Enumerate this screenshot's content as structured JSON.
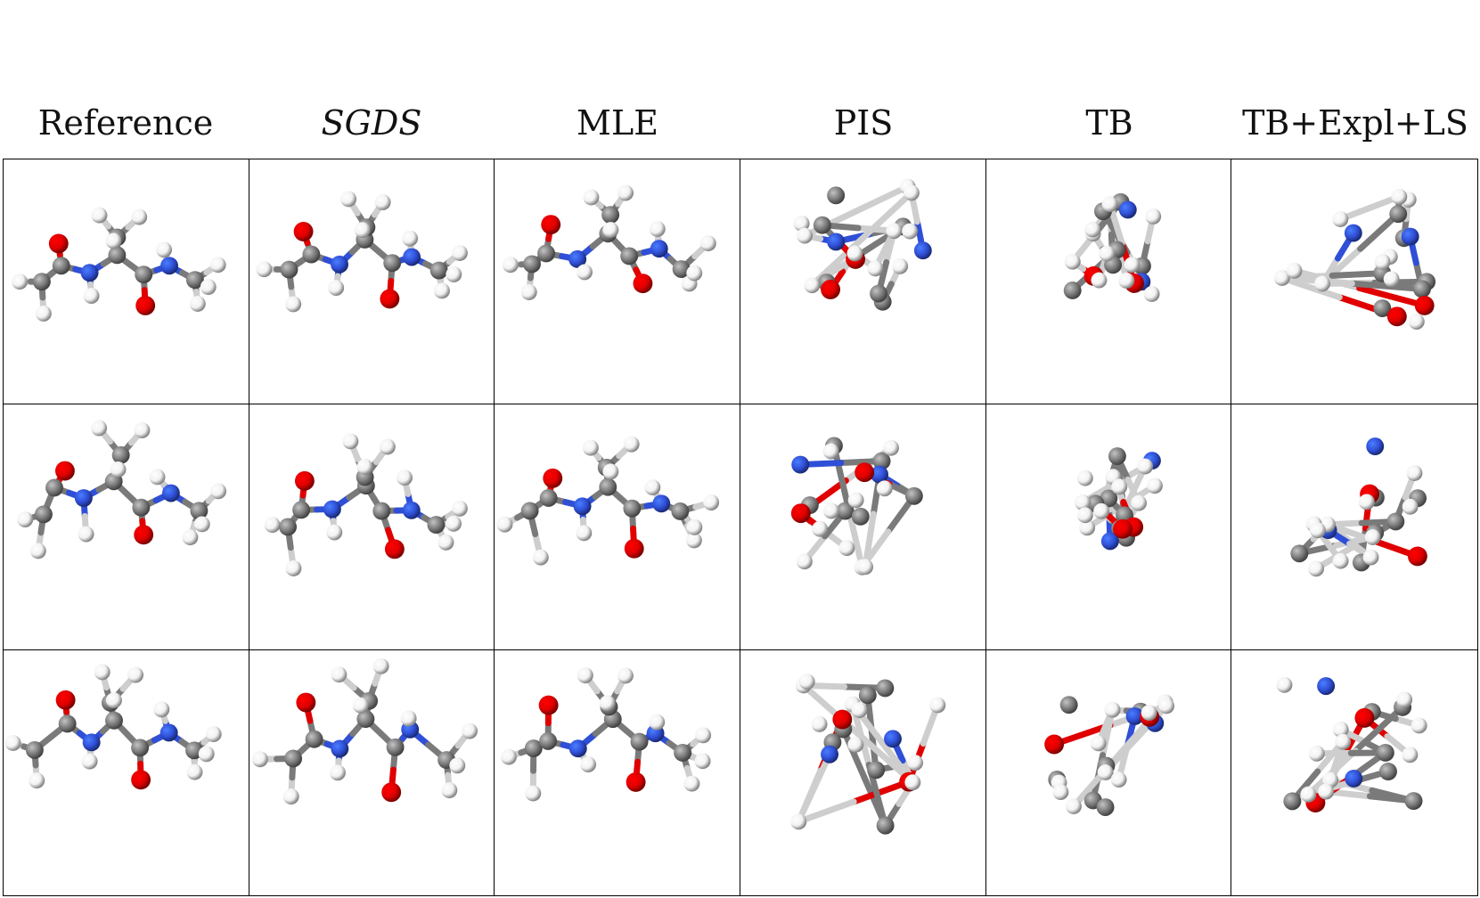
{
  "columns": [
    {
      "label": "Reference",
      "italic": false
    },
    {
      "label": "SGDS",
      "italic": true
    },
    {
      "label": "MLE",
      "italic": false
    },
    {
      "label": "PIS",
      "italic": false
    },
    {
      "label": "TB",
      "italic": false
    },
    {
      "label": "TB+Expl+LS",
      "italic": false
    }
  ],
  "rows": 3,
  "atom_colors": {
    "C": "#7a7a7a",
    "N": "#2f4fd6",
    "O": "#e00000",
    "H": "#f2f2f2"
  }
}
